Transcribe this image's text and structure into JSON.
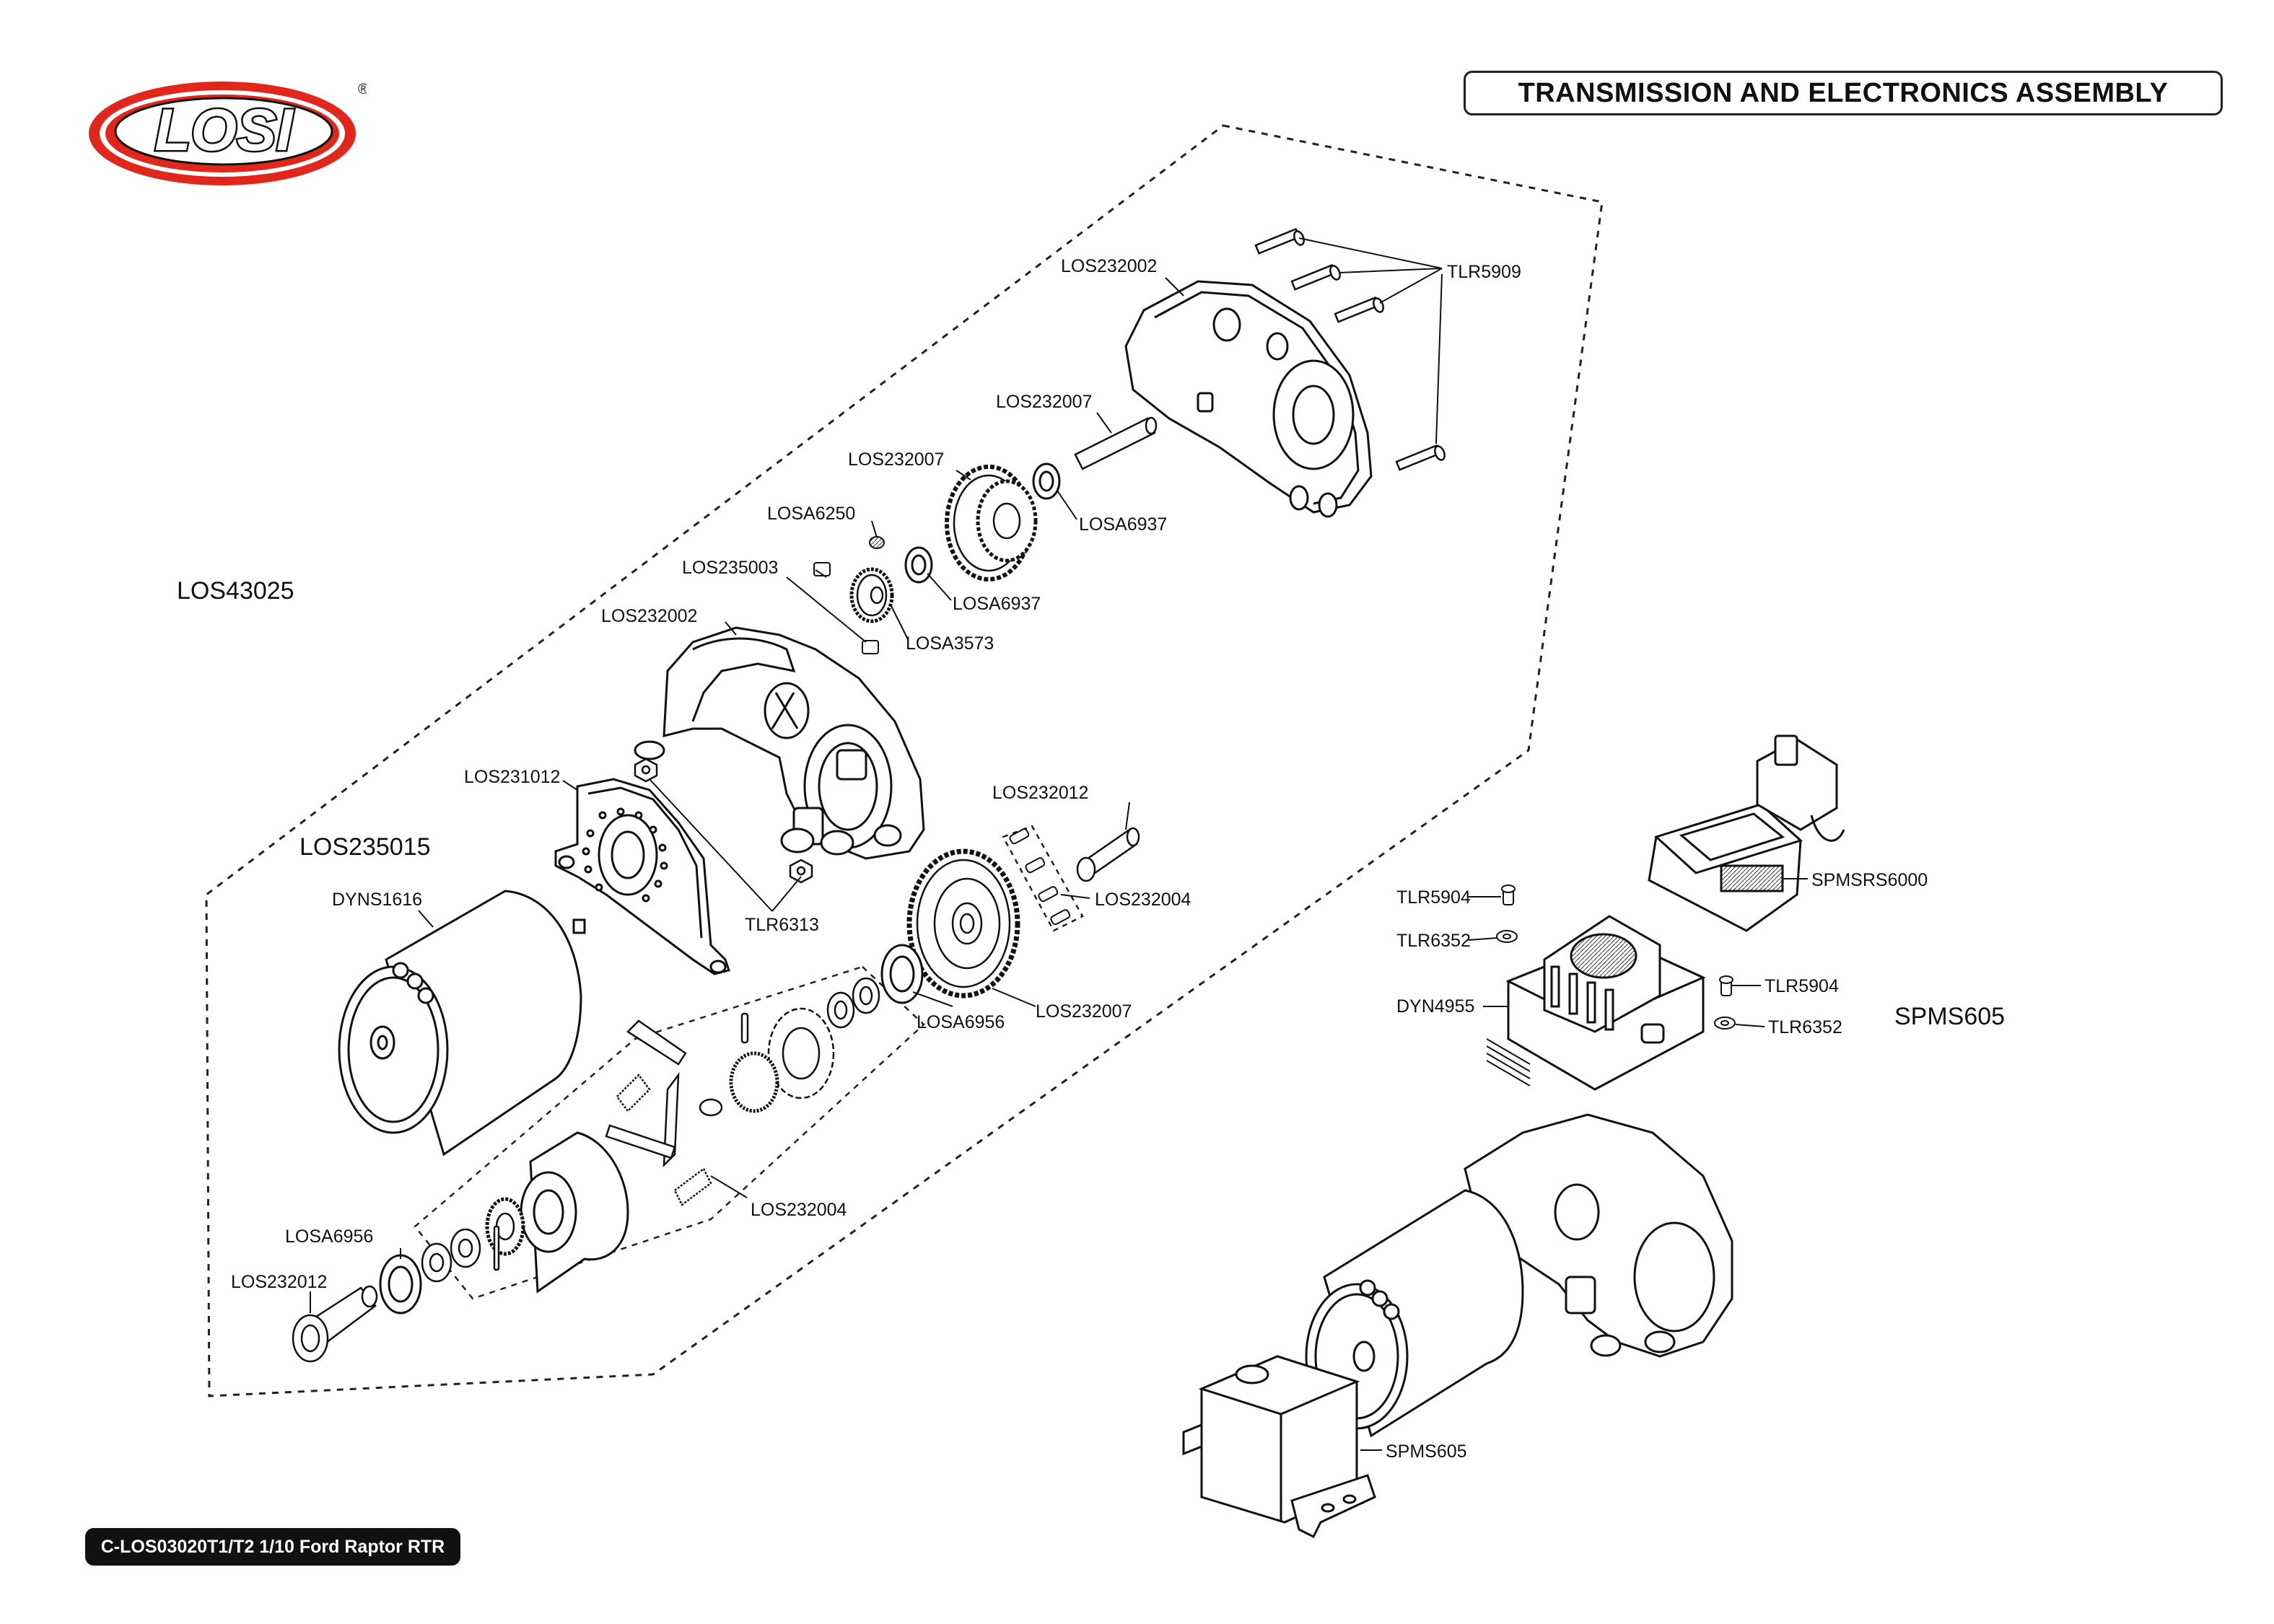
{
  "header": {
    "logo_text": "LOSI",
    "logo_mark": "®",
    "title": "TRANSMISSION AND ELECTRONICS  ASSEMBLY"
  },
  "footer": {
    "code": "C-LOS03020T1/T2 1/10 Ford Raptor RTR"
  },
  "group_labels": {
    "transmission_kit": "LOS43025",
    "motor_mount_kit": "LOS235015",
    "servo_group": "SPMS605"
  },
  "callouts": [
    {
      "id": "c1",
      "text": "LOS232002"
    },
    {
      "id": "c2",
      "text": "TLR5909"
    },
    {
      "id": "c3",
      "text": "LOS232007"
    },
    {
      "id": "c4",
      "text": "LOS232007"
    },
    {
      "id": "c5",
      "text": "LOSA6937"
    },
    {
      "id": "c6",
      "text": "LOSA6250"
    },
    {
      "id": "c7",
      "text": "LOS235003"
    },
    {
      "id": "c8",
      "text": "LOSA6937"
    },
    {
      "id": "c9",
      "text": "LOS232002"
    },
    {
      "id": "c10",
      "text": "LOSA3573"
    },
    {
      "id": "c11",
      "text": "LOS231012"
    },
    {
      "id": "c12",
      "text": "LOS232012"
    },
    {
      "id": "c13",
      "text": "LOS232004"
    },
    {
      "id": "c14",
      "text": "DYNS1616"
    },
    {
      "id": "c15",
      "text": "TLR6313"
    },
    {
      "id": "c16",
      "text": "LOSA6956"
    },
    {
      "id": "c17",
      "text": "LOS232007"
    },
    {
      "id": "c18",
      "text": "LOS232004"
    },
    {
      "id": "c19",
      "text": "LOSA6956"
    },
    {
      "id": "c20",
      "text": "LOS232012"
    },
    {
      "id": "c21",
      "text": "SPMSRS6000"
    },
    {
      "id": "c22",
      "text": "TLR5904"
    },
    {
      "id": "c23",
      "text": "TLR6352"
    },
    {
      "id": "c24",
      "text": "TLR5904"
    },
    {
      "id": "c25",
      "text": "DYN4955"
    },
    {
      "id": "c26",
      "text": "TLR6352"
    },
    {
      "id": "c27",
      "text": "SPMS605"
    }
  ]
}
